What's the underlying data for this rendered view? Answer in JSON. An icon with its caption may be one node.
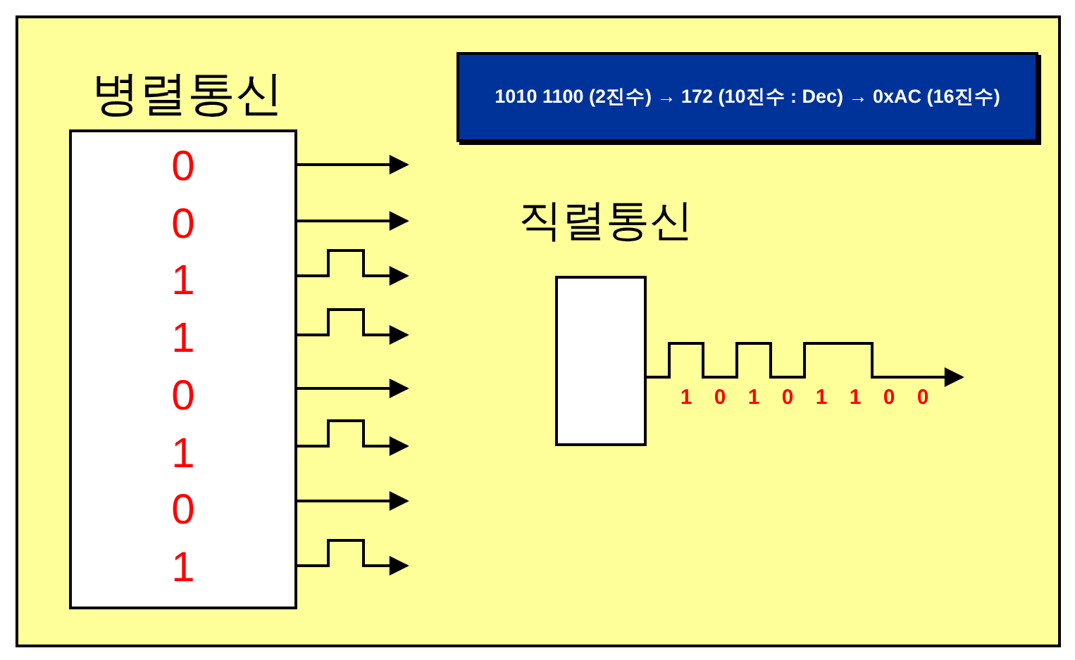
{
  "diagram": {
    "nodes": [
      {
        "text": [
          "병렬통신",
          "0",
          "0",
          "1",
          "1",
          "0",
          "1",
          "0",
          "1"
        ]
      },
      {
        "text": [
          "1010 1100 (2진수) → 172 (10진수 : Dec) → 0xAC (16진수)"
        ]
      },
      {
        "text": [
          "직렬통신"
        ]
      }
    ],
    "edges": [
      {
        "from": 0,
        "to": null,
        "arrow": "to"
      },
      {
        "from": 0,
        "to": null,
        "arrow": "to"
      },
      {
        "from": 0,
        "to": null,
        "arrow": "to"
      },
      {
        "from": 0,
        "to": null,
        "arrow": "to"
      },
      {
        "from": 0,
        "to": null,
        "arrow": "to"
      },
      {
        "from": 0,
        "to": null,
        "arrow": "to"
      },
      {
        "from": 0,
        "to": null,
        "arrow": "to"
      },
      {
        "from": 0,
        "to": null,
        "arrow": "to"
      },
      {
        "from": 2,
        "to": null,
        "arrow": "to"
      }
    ],
    "labels": [
      "1",
      "0",
      "1",
      "0",
      "1",
      "1",
      "0",
      "0"
    ]
  }
}
